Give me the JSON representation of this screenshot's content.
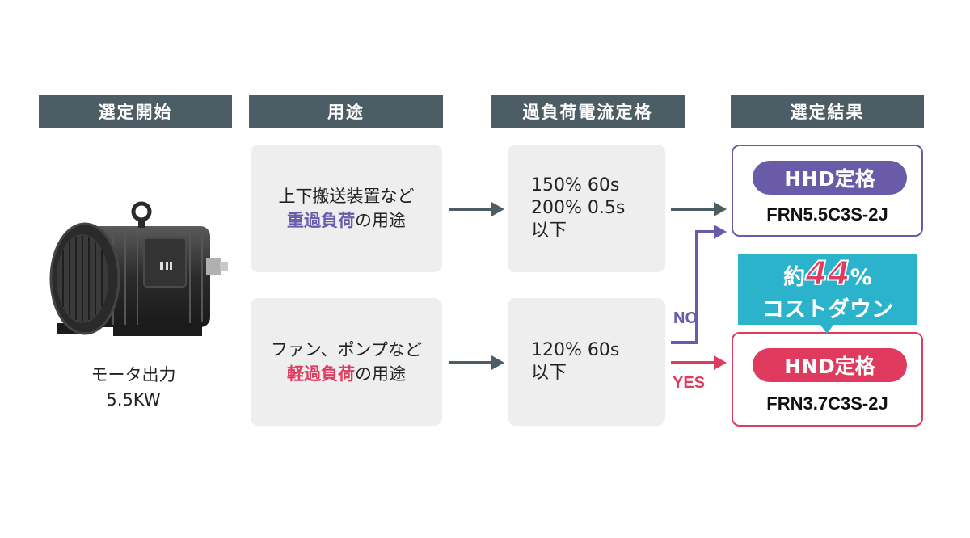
{
  "headers": {
    "start": "選定開始",
    "usage": "用途",
    "overload": "過負荷電流定格",
    "result": "選定結果"
  },
  "motor": {
    "caption_line1": "モータ出力",
    "caption_line2": "5.5KW"
  },
  "usage": {
    "heavy_line1": "上下搬送装置など",
    "heavy_emph": "重過負荷",
    "heavy_suffix": "の用途",
    "light_line1": "ファン、ポンプなど",
    "light_emph": "軽過負荷",
    "light_suffix": "の用途"
  },
  "overload": {
    "heavy": [
      "150% 60s",
      "200% 0.5s",
      "以下"
    ],
    "light": [
      "120% 60s",
      "以下"
    ]
  },
  "branches": {
    "no": "NO",
    "yes": "YES"
  },
  "results": {
    "hhd_label": "HHD定格",
    "hhd_model": "FRN5.5C3S-2J",
    "hnd_label": "HND定格",
    "hnd_model": "FRN3.7C3S-2J"
  },
  "callout": {
    "prefix": "約",
    "number": "44",
    "unit": "%",
    "line2": "コストダウン"
  },
  "colors": {
    "header_bg": "#4d5d66",
    "purple": "#6a5ba8",
    "red": "#e03a5f",
    "callout_bg": "#2ab3cb",
    "box_bg": "#eeeeee"
  }
}
